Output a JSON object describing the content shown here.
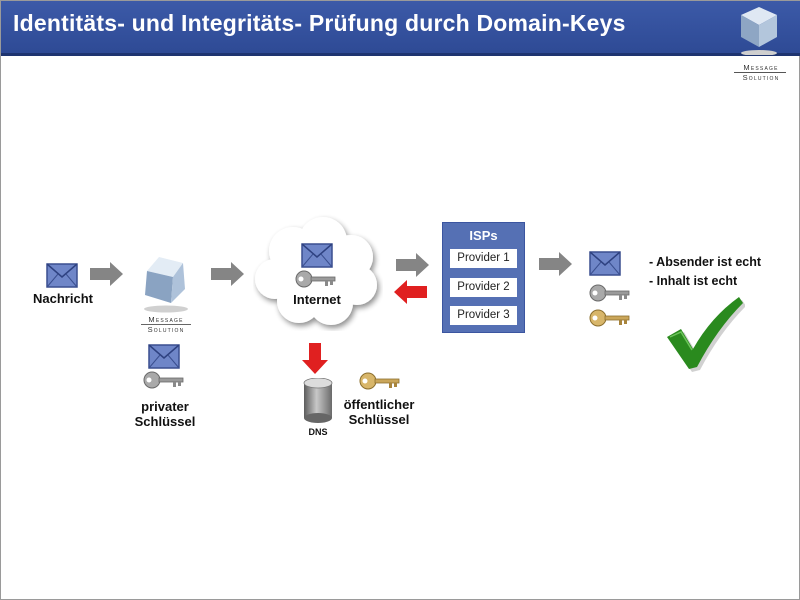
{
  "header": {
    "title": "Identitäts- und Integritäts- Prüfung durch Domain-Keys"
  },
  "logo": {
    "line1": "Message",
    "line2": "Solution"
  },
  "diagram": {
    "message_label": "Nachricht",
    "private_key_label": [
      "privater",
      "Schlüssel"
    ],
    "internet_label": "Internet",
    "dns_label": "DNS",
    "public_key_label": [
      "öffentlicher",
      "Schlüssel"
    ],
    "isp": {
      "title": "ISPs",
      "providers": [
        "Provider 1",
        "Provider 2",
        "Provider 3"
      ]
    },
    "results": [
      "- Absender ist echt",
      "- Inhalt ist echt"
    ]
  },
  "colors": {
    "header_blue": "#3351a0",
    "isp_box": "#5570b4",
    "gray_arrow": "#808080",
    "red_arrow": "#e02020",
    "checkmark": "#2a8a1e",
    "envelope": "#5a74c0"
  }
}
